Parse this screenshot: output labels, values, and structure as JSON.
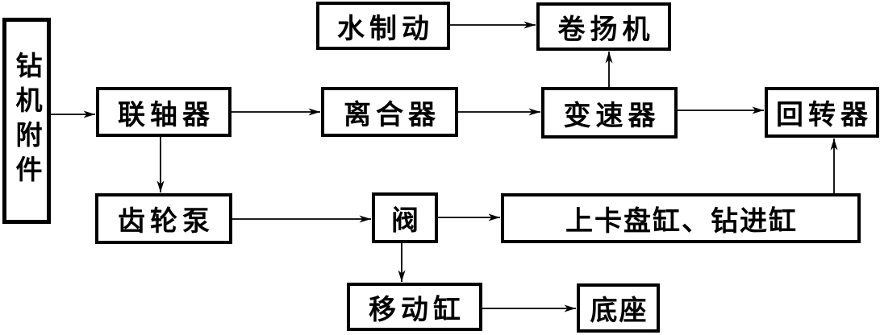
{
  "diagram": {
    "background_color": "#ffffff",
    "line_color": "#000000",
    "nodes": [
      {
        "id": "drill-rig-accessories",
        "label": "钻机附件",
        "orientation": "vertical"
      },
      {
        "id": "coupling",
        "label": "联轴器",
        "orientation": "horizontal"
      },
      {
        "id": "water-brake",
        "label": "水制动",
        "orientation": "horizontal"
      },
      {
        "id": "winch",
        "label": "卷扬机",
        "orientation": "horizontal"
      },
      {
        "id": "clutch",
        "label": "离合器",
        "orientation": "horizontal"
      },
      {
        "id": "transmission",
        "label": "变速器",
        "orientation": "horizontal"
      },
      {
        "id": "rotator",
        "label": "回转器",
        "orientation": "horizontal"
      },
      {
        "id": "gear-pump",
        "label": "齿轮泵",
        "orientation": "horizontal"
      },
      {
        "id": "valve",
        "label": "阀",
        "orientation": "horizontal"
      },
      {
        "id": "upper-chuck-and-drilling-cylinders",
        "label": "上卡盘缸、钻进缸",
        "orientation": "horizontal"
      },
      {
        "id": "moving-cylinder",
        "label": "移动缸",
        "orientation": "horizontal"
      },
      {
        "id": "base",
        "label": "底座",
        "orientation": "horizontal"
      }
    ],
    "edges": [
      {
        "from": "drill-rig-accessories",
        "to": "coupling"
      },
      {
        "from": "coupling",
        "to": "clutch"
      },
      {
        "from": "clutch",
        "to": "transmission"
      },
      {
        "from": "transmission",
        "to": "rotator"
      },
      {
        "from": "water-brake",
        "to": "winch"
      },
      {
        "from": "transmission",
        "to": "winch"
      },
      {
        "from": "coupling",
        "to": "gear-pump"
      },
      {
        "from": "gear-pump",
        "to": "valve"
      },
      {
        "from": "valve",
        "to": "upper-chuck-and-drilling-cylinders"
      },
      {
        "from": "upper-chuck-and-drilling-cylinders",
        "to": "rotator"
      },
      {
        "from": "valve",
        "to": "moving-cylinder"
      },
      {
        "from": "moving-cylinder",
        "to": "base"
      }
    ]
  }
}
